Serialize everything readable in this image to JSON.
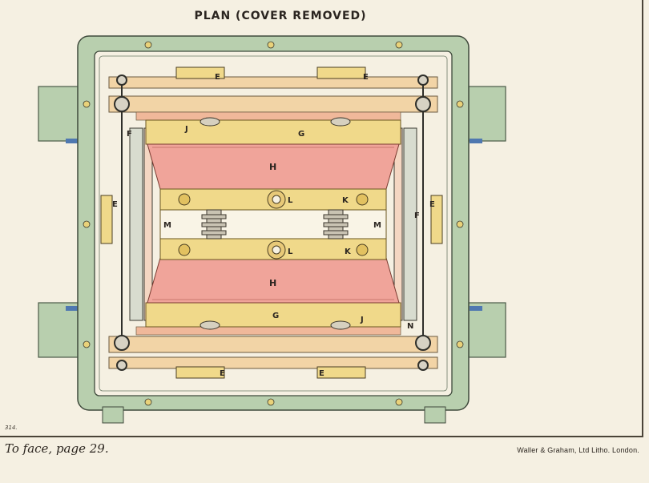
{
  "title": "PLAN (COVER REMOVED)",
  "plate_number": "314.",
  "caption": "To face, page 29.",
  "imprint": "Waller & Graham, Ltd  Litho. London.",
  "labels": {
    "E": "E",
    "F": "F",
    "G": "G",
    "H": "H",
    "J": "J",
    "K": "K",
    "L": "L",
    "M": "M",
    "N": "N"
  },
  "colors": {
    "casing": "#b8cfae",
    "casing_dark": "#8fae8a",
    "yellow": "#f0d98a",
    "yellow_dark": "#e2c160",
    "pink": "#f0a49a",
    "tan": "#f2d4a6",
    "paper": "#f5f0e2",
    "ink": "#2b2520"
  }
}
